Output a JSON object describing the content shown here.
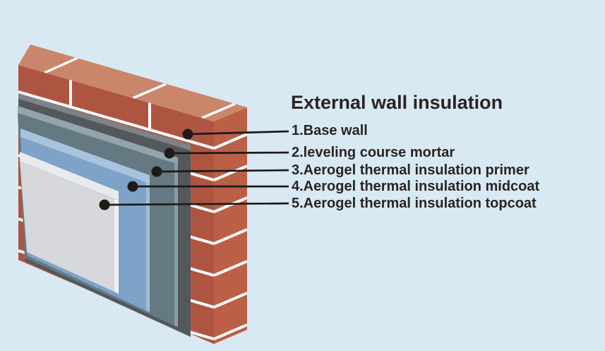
{
  "title": "External wall insulation",
  "labels": [
    {
      "text": "1.Base wall"
    },
    {
      "text": "2.leveling course mortar"
    },
    {
      "text": "3.Aerogel thermal insulation primer"
    },
    {
      "text": "4.Aerogel thermal insulation midcoat"
    },
    {
      "text": "5.Aerogel thermal insulation topcoat"
    }
  ],
  "layers": [
    {
      "number": 1,
      "name": "Base wall"
    },
    {
      "number": 2,
      "name": "leveling course mortar"
    },
    {
      "number": 3,
      "name": "Aerogel thermal insulation primer"
    },
    {
      "number": 4,
      "name": "Aerogel thermal insulation midcoat"
    },
    {
      "number": 5,
      "name": "Aerogel thermal insulation topcoat"
    }
  ],
  "colors": {
    "background": "#d8e9f3",
    "text": "#2a2422",
    "leader_line": "#1d1a18",
    "mortar_joint": "#ffffff",
    "brick_front": "#ae5541",
    "brick_side": "#bb5f47",
    "brick_top": "#c9866a",
    "leveling_face": "#53585c",
    "leveling_top": "#7d8386",
    "primer_face": "#657982",
    "primer_top": "#93a5ac",
    "primer_edge": "#8a9ca4",
    "midcoat_face": "#7fa2c9",
    "midcoat_top": "#a9c3dc",
    "midcoat_edge": "#9fbcd8",
    "topcoat_face": "#d6d8db",
    "topcoat_top": "#e9eaec",
    "topcoat_edge": "#f0f1f3"
  }
}
